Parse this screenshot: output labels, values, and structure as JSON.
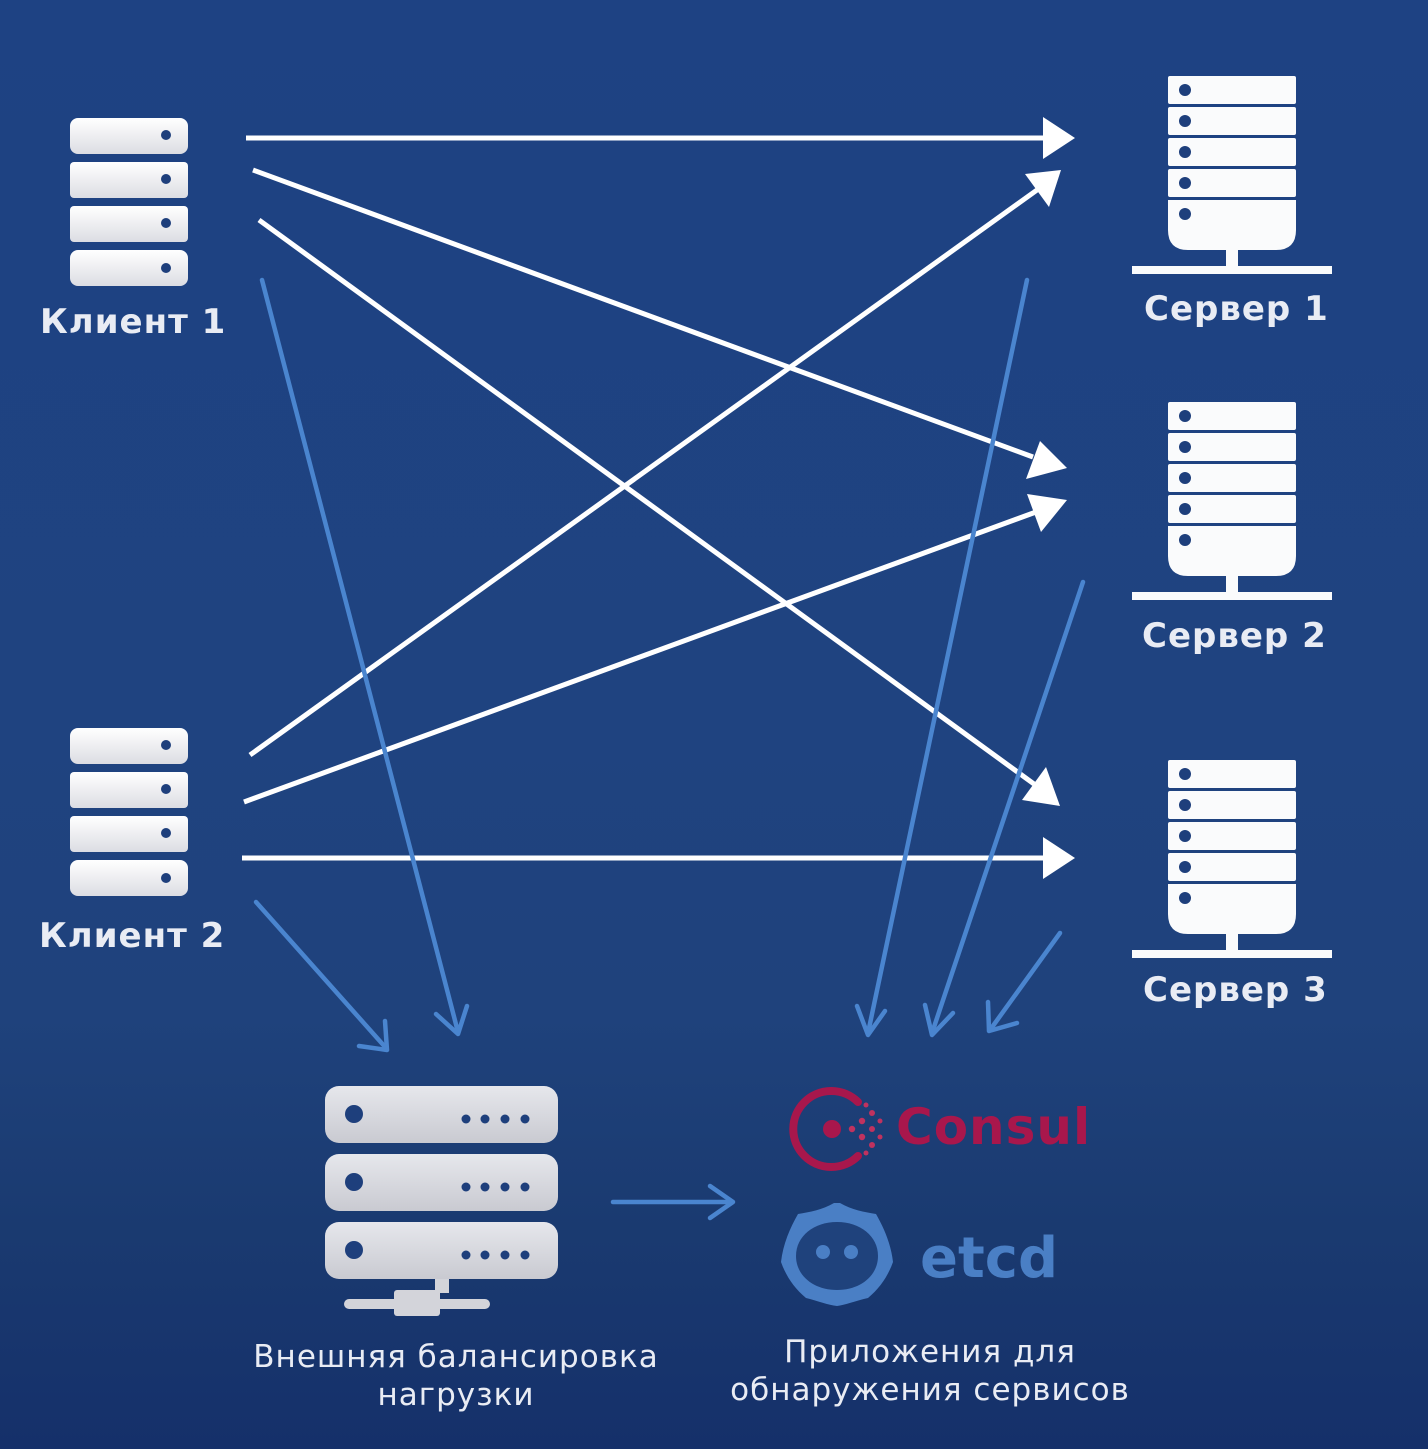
{
  "clients": [
    {
      "label": "Клиент 1"
    },
    {
      "label": "Клиент 2"
    }
  ],
  "servers": [
    {
      "label": "Сервер 1"
    },
    {
      "label": "Сервер 2"
    },
    {
      "label": "Сервер 3"
    }
  ],
  "load_balancer": {
    "caption_line1": "Внешняя балансировка",
    "caption_line2": "нагрузки"
  },
  "discovery": {
    "caption_line1": "Приложения для",
    "caption_line2": "обнаружения сервисов",
    "apps": [
      {
        "name": "Consul",
        "icon": "consul-logo-icon",
        "color": "#a8174c"
      },
      {
        "name": "etcd",
        "icon": "etcd-logo-icon",
        "color": "#4a7fc5"
      }
    ]
  },
  "colors": {
    "background": "#1f4380",
    "primary_arrow": "#ffffff",
    "secondary_arrow": "#4a85cf",
    "icon": "#f2f3f6"
  }
}
